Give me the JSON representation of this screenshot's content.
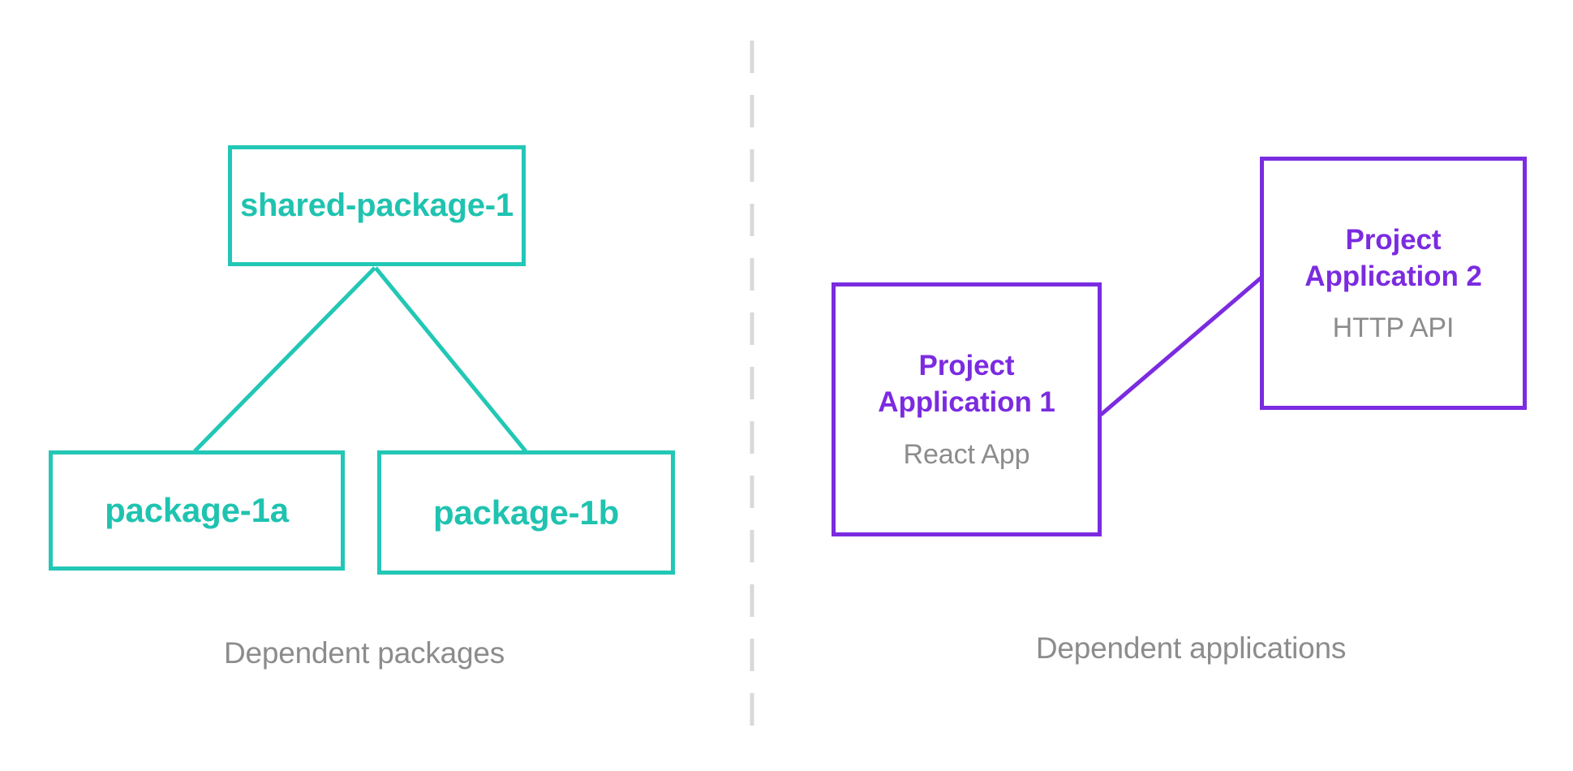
{
  "diagram": {
    "background": "#ffffff",
    "colors": {
      "package_accent": "#22c7b5",
      "application_accent": "#7b2be0",
      "muted_text": "#8c8c8c",
      "divider": "#d9d9d9"
    },
    "groups": [
      {
        "id": "dependent-packages",
        "caption": "Dependent packages"
      },
      {
        "id": "dependent-applications",
        "caption": "Dependent applications"
      }
    ],
    "nodes": {
      "shared_package_1": {
        "title": "shared-package-1",
        "subtitle": ""
      },
      "package_1a": {
        "title": "package-1a",
        "subtitle": ""
      },
      "package_1b": {
        "title": "package-1b",
        "subtitle": ""
      },
      "project_application_1": {
        "title_line_1": "Project",
        "title_line_2": "Application 1",
        "subtitle": "React App"
      },
      "project_application_2": {
        "title_line_1": "Project",
        "title_line_2": "Application 2",
        "subtitle": "HTTP API"
      }
    },
    "edges": [
      {
        "id": "shared-to-1a",
        "from": "shared_package_1",
        "to": "package_1a",
        "color": "#22c7b5"
      },
      {
        "id": "shared-to-1b",
        "from": "shared_package_1",
        "to": "package_1b",
        "color": "#22c7b5"
      },
      {
        "id": "app1-to-app2",
        "from": "project_application_1",
        "to": "project_application_2",
        "color": "#7b2be0"
      }
    ],
    "divider": {
      "orientation": "vertical",
      "style": "dashed"
    }
  }
}
